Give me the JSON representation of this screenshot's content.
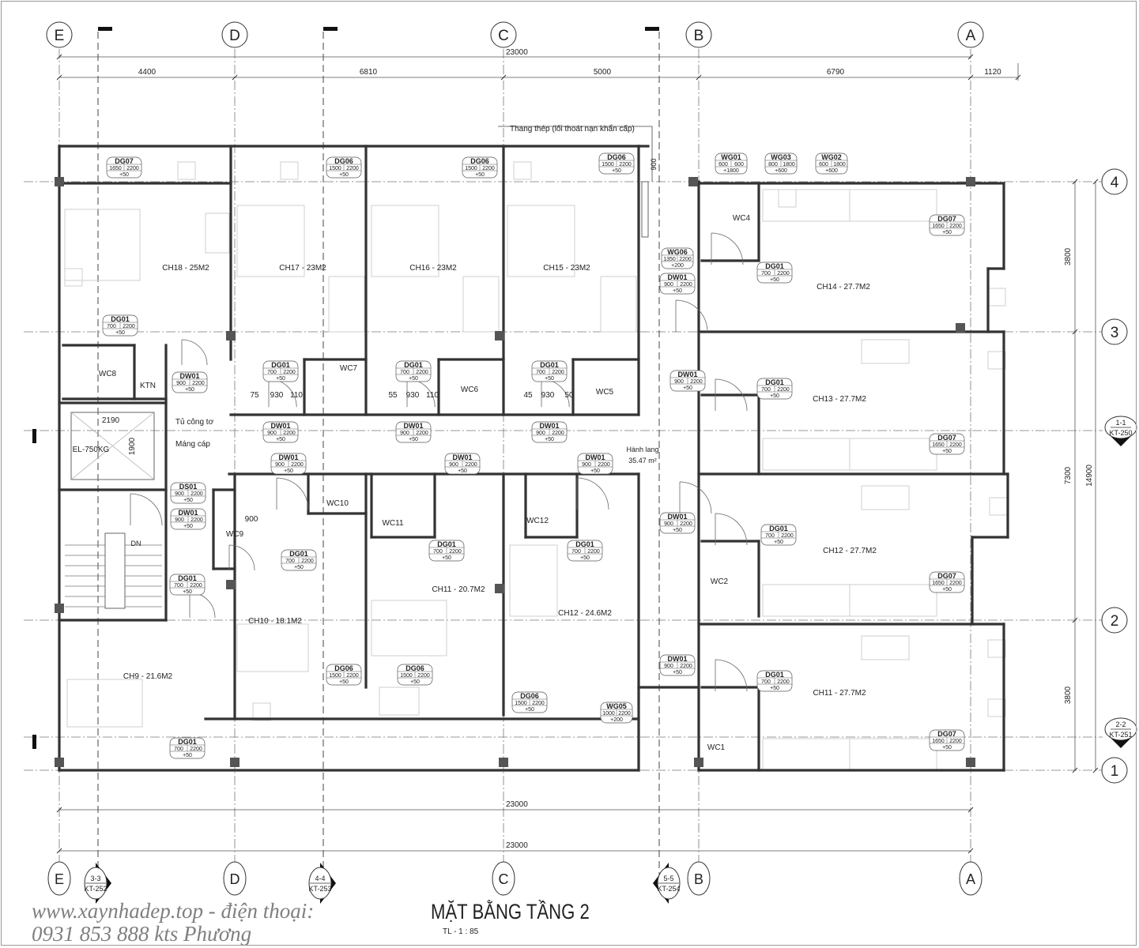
{
  "title": "MẶT BẰNG TẦNG 2",
  "scale": "TL - 1 : 85",
  "watermark": "www.xaynhadep.top - điện thoại: 0931 853 888 kts Phương",
  "grid_columns": [
    "E",
    "D",
    "C",
    "B",
    "A"
  ],
  "grid_rows": [
    "4",
    "3",
    "2",
    "1"
  ],
  "dimensions_top": {
    "total": "23000",
    "segments": [
      "4400",
      "6810",
      "5000",
      "6790",
      "1120"
    ]
  },
  "dimensions_bottom": [
    "23000",
    "23000"
  ],
  "dimensions_right": {
    "segments": [
      "3800",
      "7300",
      "3800"
    ],
    "total": "14900"
  },
  "sections": [
    {
      "id": "1-1",
      "sheet": "KT-250"
    },
    {
      "id": "2-2",
      "sheet": "KT-251"
    },
    {
      "id": "3-3",
      "sheet": "KT-252"
    },
    {
      "id": "4-4",
      "sheet": "KT-253"
    },
    {
      "id": "5-5",
      "sheet": "KT-254"
    }
  ],
  "rooms": [
    "CH18 - 25M2",
    "CH17 - 23M2",
    "CH16 - 23M2",
    "CH15 - 23M2",
    "CH14 - 27.7M2",
    "CH13 - 27.7M2",
    "CH12 - 27.7M2",
    "CH11 - 27.7M2",
    "CH10 - 18.1M2",
    "CH11 - 20.7M2",
    "CH12 - 24.6M2",
    "CH9 - 21.6M2"
  ],
  "wcs": [
    "WC8",
    "KTN",
    "WC7",
    "WC6",
    "WC5",
    "WC4",
    "WC10",
    "WC11",
    "WC12",
    "WC9",
    "WC2",
    "WC1"
  ],
  "labels": {
    "stair_note": "Thang thép (lối thoát nạn khẩn cấp)",
    "stair_dim": "900",
    "elevator": "EL-750KG",
    "elevator_w": "2190",
    "elevator_d": "1900",
    "meter_box": "Tủ công tơ",
    "cable_tray": "Máng cáp",
    "corridor": "Hành lang",
    "corridor_area": "35.47 m²",
    "stair_down": "DN",
    "wc_dim": "900"
  },
  "small_dims": [
    "75",
    "930",
    "110",
    "55",
    "930",
    "110",
    "45",
    "930",
    "50"
  ],
  "tags": [
    {
      "code": "DG07",
      "w": "1650",
      "h": "2200",
      "sill": "+50"
    },
    {
      "code": "DG06",
      "w": "1500",
      "h": "2200",
      "sill": "+50"
    },
    {
      "code": "DG06",
      "w": "1500",
      "h": "2200",
      "sill": "+50"
    },
    {
      "code": "DG06",
      "w": "1500",
      "h": "2200",
      "sill": "+50"
    },
    {
      "code": "WG01",
      "w": "600",
      "h": "600",
      "sill": "+1800"
    },
    {
      "code": "WG03",
      "w": "800",
      "h": "1800",
      "sill": "+600"
    },
    {
      "code": "WG02",
      "w": "600",
      "h": "1800",
      "sill": "+600"
    },
    {
      "code": "WG06",
      "w": "1350",
      "h": "2200",
      "sill": "+200"
    },
    {
      "code": "DW01",
      "w": "900",
      "h": "2200",
      "sill": "+50"
    },
    {
      "code": "DG01",
      "w": "700",
      "h": "2200",
      "sill": "+50"
    },
    {
      "code": "DG07",
      "w": "1650",
      "h": "2200",
      "sill": "+50"
    },
    {
      "code": "DG01",
      "w": "700",
      "h": "2200",
      "sill": "+50"
    },
    {
      "code": "DG01",
      "w": "700",
      "h": "2200",
      "sill": "+50"
    },
    {
      "code": "DW01",
      "w": "900",
      "h": "2200",
      "sill": "+50"
    },
    {
      "code": "DG01",
      "w": "700",
      "h": "2200",
      "sill": "+50"
    },
    {
      "code": "DG01",
      "w": "700",
      "h": "2200",
      "sill": "+50"
    },
    {
      "code": "DW01",
      "w": "900",
      "h": "2200",
      "sill": "+50"
    },
    {
      "code": "DG01",
      "w": "700",
      "h": "2200",
      "sill": "+50"
    },
    {
      "code": "DW01",
      "w": "900",
      "h": "2200",
      "sill": "+50"
    },
    {
      "code": "DW01",
      "w": "900",
      "h": "2200",
      "sill": "+50"
    },
    {
      "code": "DW01",
      "w": "900",
      "h": "2200",
      "sill": "+50"
    },
    {
      "code": "DG07",
      "w": "1650",
      "h": "2200",
      "sill": "+50"
    },
    {
      "code": "DW01",
      "w": "900",
      "h": "2200",
      "sill": "+50"
    },
    {
      "code": "DW01",
      "w": "900",
      "h": "2200",
      "sill": "+50"
    },
    {
      "code": "DW01",
      "w": "900",
      "h": "2200",
      "sill": "+50"
    },
    {
      "code": "DS01",
      "w": "900",
      "h": "2200",
      "sill": "+50"
    },
    {
      "code": "DW01",
      "w": "900",
      "h": "2200",
      "sill": "+50"
    },
    {
      "code": "DW01",
      "w": "900",
      "h": "2200",
      "sill": "+50"
    },
    {
      "code": "DG01",
      "w": "700",
      "h": "2200",
      "sill": "+50"
    },
    {
      "code": "DG01",
      "w": "700",
      "h": "2200",
      "sill": "+50"
    },
    {
      "code": "DG01",
      "w": "700",
      "h": "2200",
      "sill": "+50"
    },
    {
      "code": "DG01",
      "w": "700",
      "h": "2200",
      "sill": "+50"
    },
    {
      "code": "DG01",
      "w": "700",
      "h": "2200",
      "sill": "+50"
    },
    {
      "code": "DG07",
      "w": "1650",
      "h": "2200",
      "sill": "+50"
    },
    {
      "code": "DW01",
      "w": "900",
      "h": "2200",
      "sill": "+50"
    },
    {
      "code": "DG01",
      "w": "700",
      "h": "2200",
      "sill": "+50"
    },
    {
      "code": "DG06",
      "w": "1500",
      "h": "2200",
      "sill": "+50"
    },
    {
      "code": "DG06",
      "w": "1500",
      "h": "2200",
      "sill": "+50"
    },
    {
      "code": "DG06",
      "w": "1500",
      "h": "2200",
      "sill": "+50"
    },
    {
      "code": "WG05",
      "w": "1000",
      "h": "2200",
      "sill": "+200"
    },
    {
      "code": "DG07",
      "w": "1650",
      "h": "2200",
      "sill": "+50"
    },
    {
      "code": "DG01",
      "w": "700",
      "h": "2200",
      "sill": "+50"
    }
  ],
  "colors": {
    "wall": "#333333",
    "column": "#555555",
    "grid": "#777777",
    "furniture": "#cfcfcf",
    "watermark": "#555555"
  }
}
